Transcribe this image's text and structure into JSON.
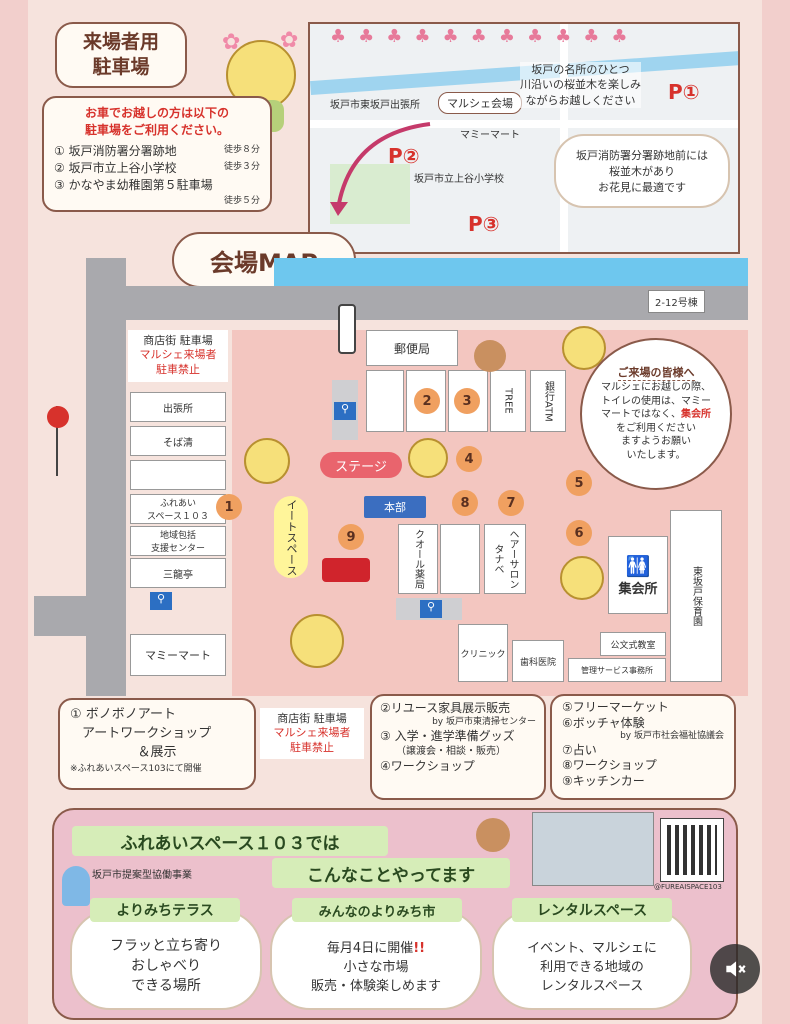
{
  "parking": {
    "badge_line1": "来場者用",
    "badge_line2": "駐車場",
    "intro_line1": "お車でお越しの方は以下の",
    "intro_line2": "駐車場をご利用ください。",
    "lots": [
      {
        "label": "① 坂戸消防署分署跡地",
        "walk": "徒歩８分"
      },
      {
        "label": "② 坂戸市立上谷小学校",
        "walk": "徒歩３分"
      },
      {
        "label": "③ かなやま幼稚園第５駐車場",
        "walk": "徒歩５分"
      }
    ]
  },
  "map_top": {
    "note_line1": "坂戸の名所のひとつ",
    "note_line2": "川沿いの桜並木を楽しみ",
    "note_line3": "ながらお越しください",
    "fire_note_line1": "坂戸消防署分署跡地前には",
    "fire_note_line2": "桜並木があり",
    "fire_note_line3": "お花見に最適です",
    "label_office": "坂戸市東坂戸出張所",
    "label_venue": "マルシェ会場",
    "label_mart": "マミーマート",
    "label_school": "坂戸市立上谷小学校",
    "p1": "P①",
    "p2": "P②",
    "p3": "P③"
  },
  "venue": {
    "title": "会場MAP",
    "building_no": "2-12号棟",
    "shop_parking": "商店街 駐車場",
    "no_marche_line1": "マルシェ来場者",
    "no_marche_line2": "駐車禁止",
    "post_office": "郵便局",
    "tree": "TREE",
    "atm": "銀行ATM",
    "branch_office": "出張所",
    "soba": "そば清",
    "fureai_line1": "ふれあい",
    "fureai_line2": "スペース１０３",
    "center_line1": "地域包括",
    "center_line2": "支援センター",
    "mitatsu": "三龍亭",
    "mami": "マミーマート",
    "stage": "ステージ",
    "honbu": "本部",
    "eat_space": "イートスペース",
    "pharmacy": "クオール薬局",
    "salon": "ヘアーサロンタナベ",
    "clinic": "クリニック",
    "dental": "歯科医院",
    "meeting_hall": "集会所",
    "nursery": "東坂戸保育園",
    "kumon": "公文式教室",
    "mgmt": "管理サービス事務所",
    "welcome_title": "ご来場の皆様へ",
    "welcome_line1": "マルシェにお越しの際、",
    "welcome_line2": "トイレの使用は、マミー",
    "welcome_line3": "マートではなく、",
    "welcome_hl": "集会所",
    "welcome_line4": "をご利用ください",
    "welcome_line5": "ますようお願い",
    "welcome_line6": "いたします。",
    "pins": [
      "1",
      "2",
      "3",
      "4",
      "5",
      "6",
      "7",
      "8",
      "9"
    ]
  },
  "legend": {
    "col1_line1": "① ボノボノアート",
    "col1_line2": "アートワークショップ",
    "col1_line3": "＆展示",
    "col1_note": "※ふれあいスペース103にて開催",
    "col2_parking": "商店街 駐車場",
    "col2_line1": "マルシェ来場者",
    "col2_line2": "駐車禁止",
    "col3_line1": "②リユース家具展示販売",
    "col3_line1_by": "by 坂戸市東清掃センター",
    "col3_line2": "③ 入学・進学準備グッズ",
    "col3_line2_sub": "（譲渡会・相談・販売）",
    "col3_line3": "④ワークショップ",
    "col4_line1": "⑤フリーマーケット",
    "col4_line2": "⑥ボッチャ体験",
    "col4_line2_by": "by 坂戸市社会福祉協議会",
    "col4_line3": "⑦占い",
    "col4_line4": "⑧ワークショップ",
    "col4_line5": "⑨キッチンカー"
  },
  "footer": {
    "headline1": "ふれあいスペース１０３では",
    "headline2": "こんなことやってます",
    "subtitle": "坂戸市提案型協働事業",
    "qr_caption": "@FUREAISPACE103",
    "cards": [
      {
        "title": "よりみちテラス",
        "line1": "フラッと立ち寄り",
        "line2": "おしゃべり",
        "line3": "できる場所"
      },
      {
        "title": "みんなのよりみち市",
        "line1": "毎月4日に開催",
        "line2": "小さな市場",
        "line3": "販売・体験楽しめます"
      },
      {
        "title": "レンタルスペース",
        "line1": "イベント、マルシェに",
        "line2": "利用できる地域の",
        "line3": "レンタルスペース"
      }
    ]
  },
  "controls": {
    "mute_icon": "speaker-muted-icon"
  }
}
